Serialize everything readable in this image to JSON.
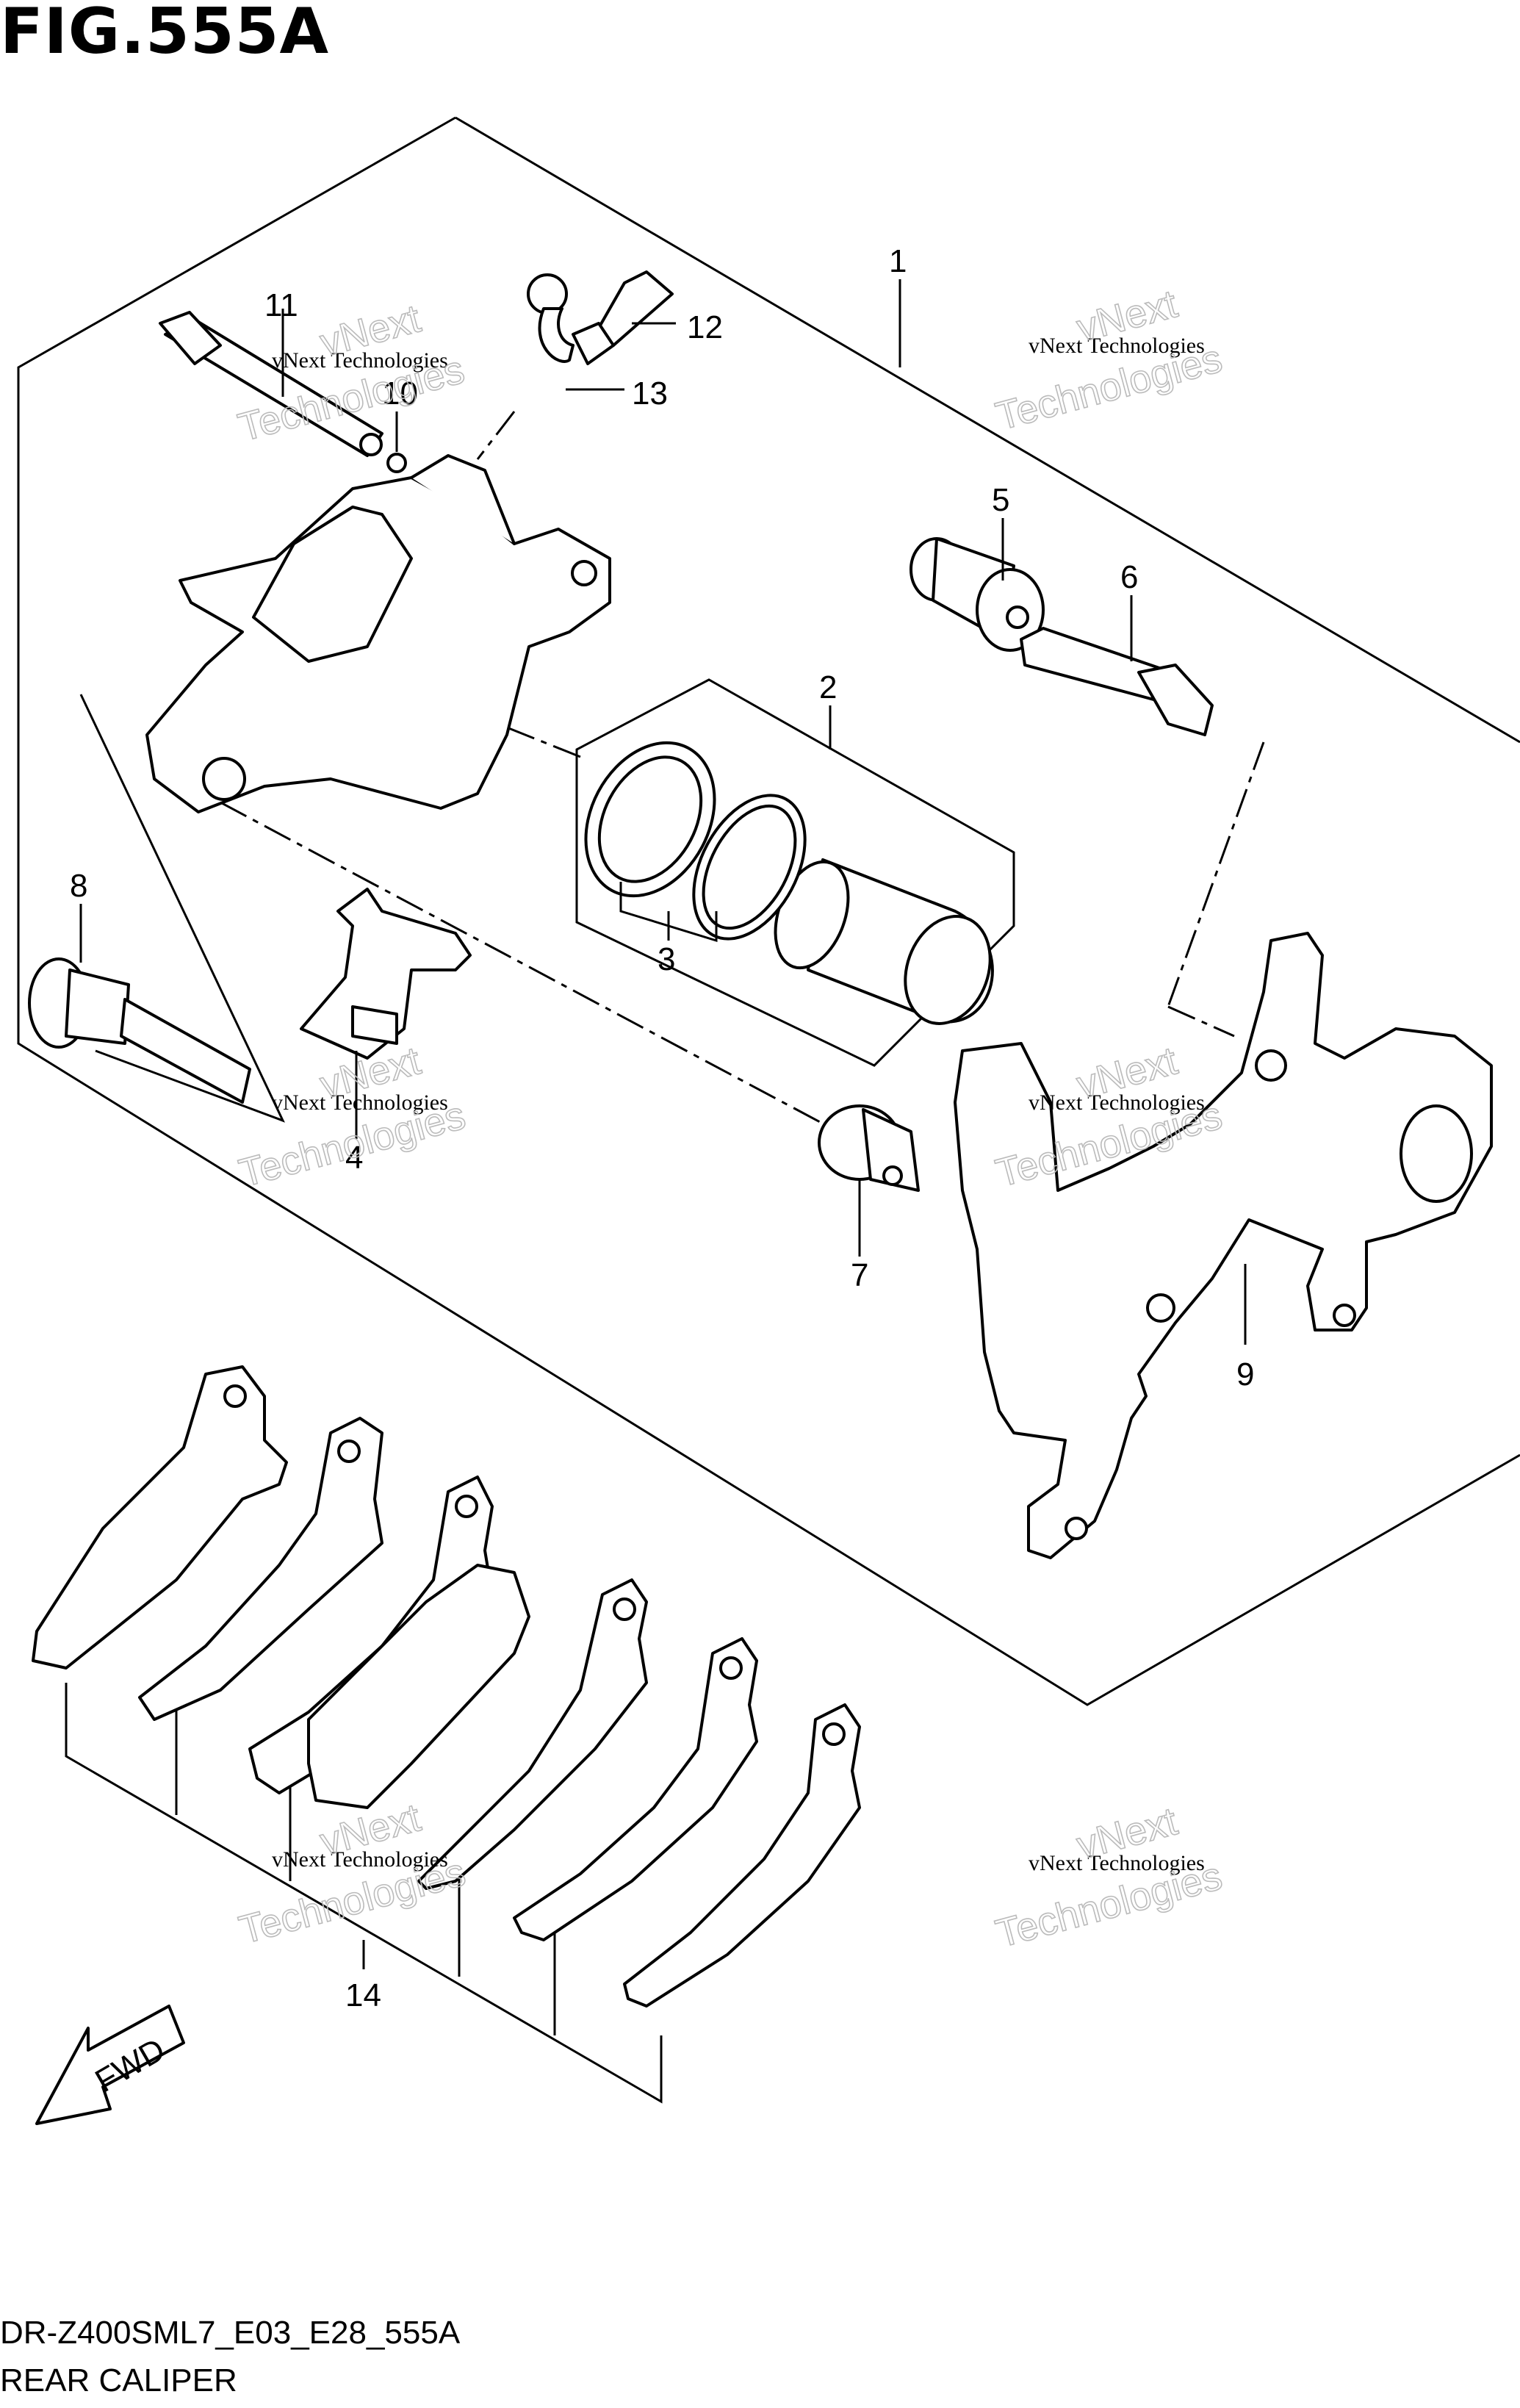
{
  "figure": {
    "title": "FIG.555A",
    "code": "DR-Z400SML7_E03_E28_555A",
    "name": "REAR CALIPER"
  },
  "callouts": [
    "1",
    "2",
    "3",
    "4",
    "5",
    "6",
    "7",
    "8",
    "9",
    "10",
    "11",
    "12",
    "13",
    "14"
  ],
  "fwd_label": "FWD",
  "watermark": {
    "small": "vNext Technologies",
    "big_line1": "vNext",
    "big_line2": "Technologies"
  }
}
